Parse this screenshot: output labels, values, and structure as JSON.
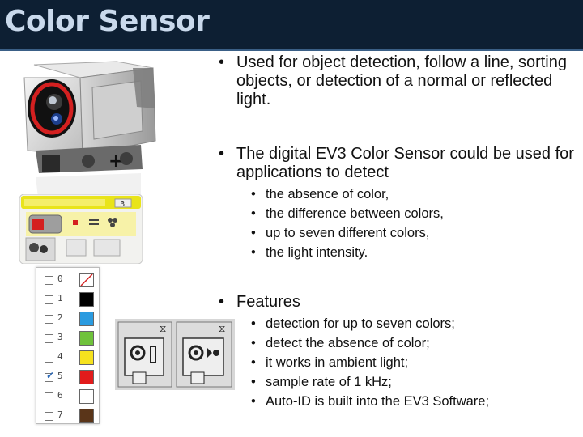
{
  "slide": {
    "title": "Color Sensor",
    "bullets": [
      {
        "text": "Used for object detection, follow a line, sorting objects, or detection of a normal or reflected light.",
        "sub": []
      },
      {
        "text": "The digital EV3 Color Sensor could be used for applications to detect",
        "sub": [
          "the absence of color,",
          "the difference between colors,",
          "up to seven different colors,",
          "the light intensity."
        ]
      },
      {
        "text": "Features",
        "sub": [
          "detection for up to seven colors;",
          "detect the absence of color;",
          "it works in ambient light;",
          "sample rate of 1 kHz;",
          "Auto-ID is built into the EV3 Software;"
        ]
      }
    ]
  },
  "block_editor": {
    "port_label": "3"
  },
  "color_list": {
    "items": [
      {
        "number": "0",
        "color": "none",
        "checked": false
      },
      {
        "number": "1",
        "color": "#000000",
        "checked": false
      },
      {
        "number": "2",
        "color": "#2a9be0",
        "checked": false
      },
      {
        "number": "3",
        "color": "#6fc23b",
        "checked": false
      },
      {
        "number": "4",
        "color": "#f6e21e",
        "checked": false
      },
      {
        "number": "5",
        "color": "#e21b1b",
        "checked": true
      },
      {
        "number": "6",
        "color": "#ffffff",
        "checked": false
      },
      {
        "number": "7",
        "color": "#5a3519",
        "checked": false
      }
    ]
  },
  "colors": {
    "title_bar_bg": "#0d1f33",
    "title_text": "#c9d9ec",
    "sensor_ring": "#d42020",
    "block_header": "#e9e41a"
  }
}
